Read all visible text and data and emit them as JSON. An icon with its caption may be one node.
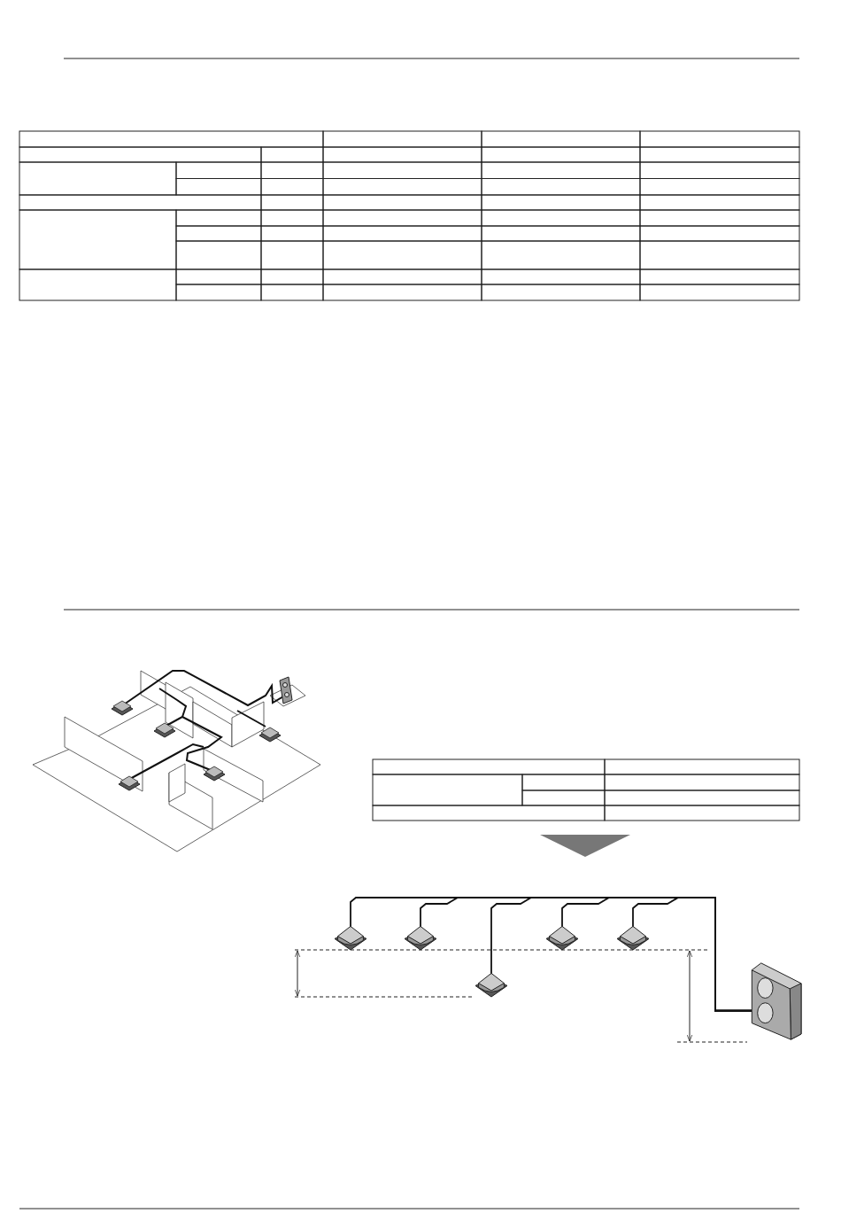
{
  "diagram": {
    "nodes": [
      {
        "text": [],
        "shape": "box"
      },
      {
        "text": [],
        "shape": "box"
      },
      {
        "text": [],
        "shape": "box"
      },
      {
        "text": [],
        "shape": "box"
      },
      {
        "text": [],
        "shape": "box"
      },
      {
        "text": [],
        "shape": "cabinet"
      }
    ],
    "edges": [
      {
        "from": 5,
        "to": 0,
        "arrow": "none"
      },
      {
        "from": 5,
        "to": 1,
        "arrow": "none"
      },
      {
        "from": 5,
        "to": 2,
        "arrow": "none"
      },
      {
        "from": 5,
        "to": 3,
        "arrow": "none"
      },
      {
        "from": 5,
        "to": 4,
        "arrow": "none"
      }
    ]
  }
}
